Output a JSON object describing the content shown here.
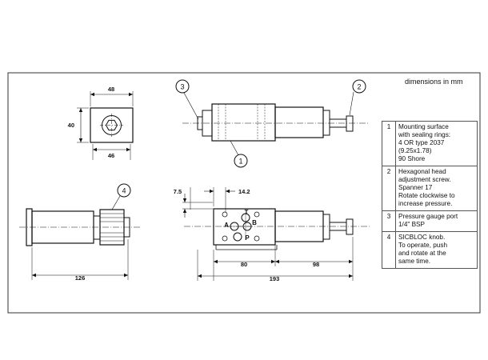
{
  "units_note": "dimensions in mm",
  "dimensions": {
    "top_width": "48",
    "side_height": "40",
    "bottom_width": "46",
    "offset_small": "7.5",
    "offset_port": "14.2",
    "length_left": "126",
    "length_80": "80",
    "length_98": "98",
    "length_total": "193"
  },
  "port_labels": {
    "a": "A",
    "t": "T",
    "b": "B",
    "p": "P"
  },
  "callouts": [
    "1",
    "2",
    "3",
    "4"
  ],
  "legend": [
    {
      "num": "1",
      "lines": [
        "Mounting surface",
        "with sealing rings:",
        "4 OR type 2037",
        "(9.25x1.78)",
        "90 Shore"
      ]
    },
    {
      "num": "2",
      "lines": [
        "Hexagonal head",
        "adjustment screw.",
        "Spanner 17",
        "Rotate clockwise to",
        "increase pressure."
      ]
    },
    {
      "num": "3",
      "lines": [
        "Pressure gauge port",
        "1/4\" BSP"
      ]
    },
    {
      "num": "4",
      "lines": [
        "SICBLOC knob.",
        "To operate, push",
        "and rotate at the",
        "same time."
      ]
    }
  ]
}
